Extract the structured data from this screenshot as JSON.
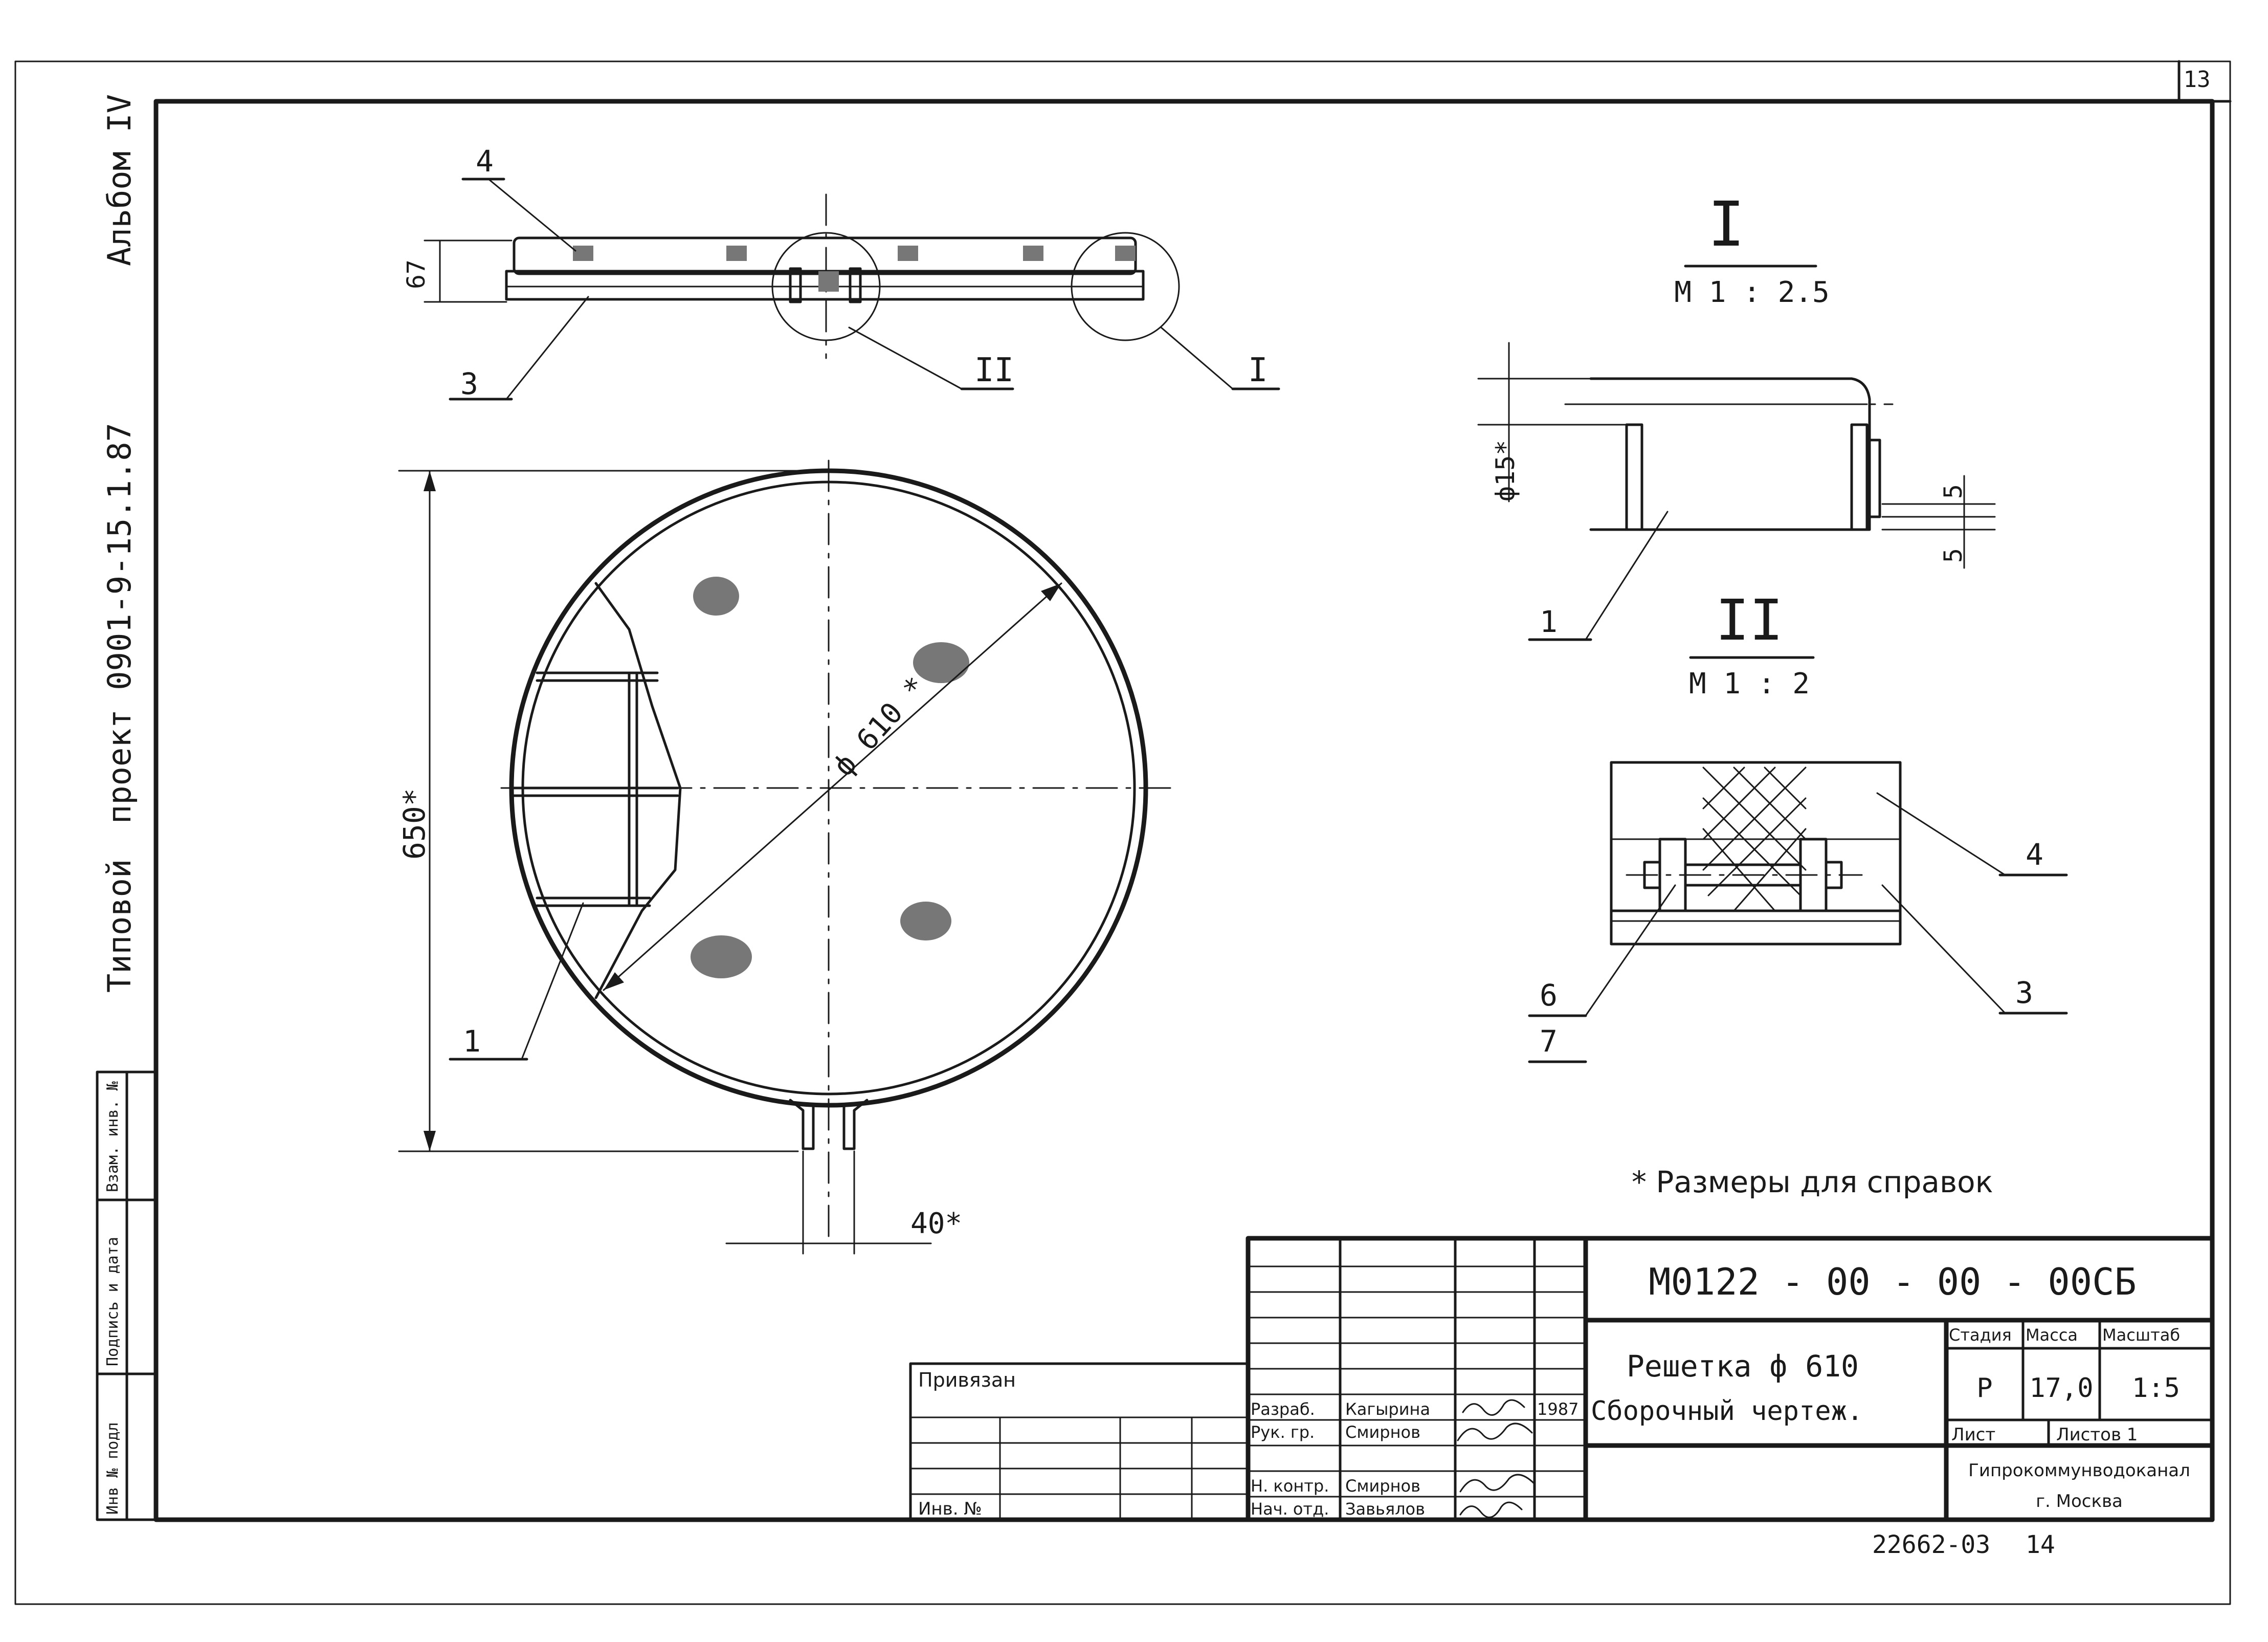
{
  "sheet_number": "13",
  "side_strip": {
    "series": "Типовой",
    "project": "проект 0901-9-15.1.87",
    "album": "Альбом IV"
  },
  "stamp_box": {
    "inv_podl": "Инв № подл",
    "podpis_data": "Подпись и дата",
    "vzam_inv": "Взам. инв. №"
  },
  "views": {
    "side_items": [
      "4",
      "3"
    ],
    "side_dim": "67",
    "callout_I": "I",
    "callout_II": "II",
    "plan_dim_height": "650*",
    "plan_dim_diam": "ф 610 *",
    "plan_dim_handle": "40*",
    "plan_item": "1",
    "detail_I_title": "I",
    "detail_I_scale": "М 1 : 2.5",
    "detail_I_dim": "ф15*",
    "detail_I_dim_5a": "5",
    "detail_I_dim_5b": "5",
    "detail_I_item": "1",
    "detail_II_title": "II",
    "detail_II_scale": "М 1 : 2",
    "detail_II_items": [
      "4",
      "3",
      "6",
      "7"
    ]
  },
  "note": "* Размеры для справок",
  "title_block": {
    "code": "М0122 - 00 - 00 - 00СБ",
    "name_line1": "Решетка ф 610",
    "name_line2": "Сборочный чертеж.",
    "privyazan": "Привязан",
    "inv_no": "Инв. №",
    "roles": [
      "Разраб.",
      "Рук. гр.",
      "Н. контр.",
      "Нач. отд."
    ],
    "names": [
      "Кагырина",
      "Смирнов",
      "Смирнов",
      "Завьялов"
    ],
    "year": "1987",
    "col_stadia": "Стадия",
    "col_massa": "Масса",
    "col_masshtab": "Масштаб",
    "stadia": "Р",
    "massa": "17,0",
    "masshtab": "1:5",
    "list_label": "Лист",
    "listov_label": "Листов 1",
    "org": "Гипрокоммунводоканал",
    "city": "г. Москва"
  },
  "archive_number": "22662-03",
  "archive_page": "14"
}
